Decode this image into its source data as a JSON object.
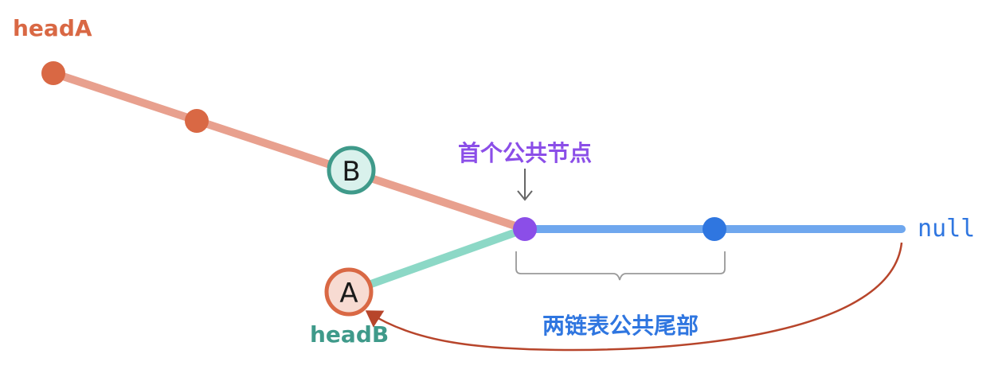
{
  "labels": {
    "head_a": "headA",
    "head_b": "headB",
    "node_b": "B",
    "node_a": "A",
    "first_common_node": "首个公共节点",
    "null": "null",
    "common_tail": "两链表公共尾部"
  },
  "colors": {
    "list_a_line": "#e8a08e",
    "list_a_node": "#d96844",
    "list_a_label": "#d96844",
    "node_b_stroke": "#3f9a8a",
    "node_b_fill": "#d9f1ec",
    "list_b_line": "#8cd8c6",
    "list_b_label": "#3f9a8a",
    "node_a_stroke": "#d96844",
    "node_a_fill": "#f7dbd2",
    "common_node": "#8b4ee8",
    "common_label": "#8b4ee8",
    "tail_line": "#6fa7ee",
    "tail_node": "#2f76e0",
    "tail_label": "#2f76e0",
    "null_label": "#2f76e0",
    "return_arrow": "#b7452b",
    "pointer_arrow": "#666666",
    "brace": "#999999"
  }
}
